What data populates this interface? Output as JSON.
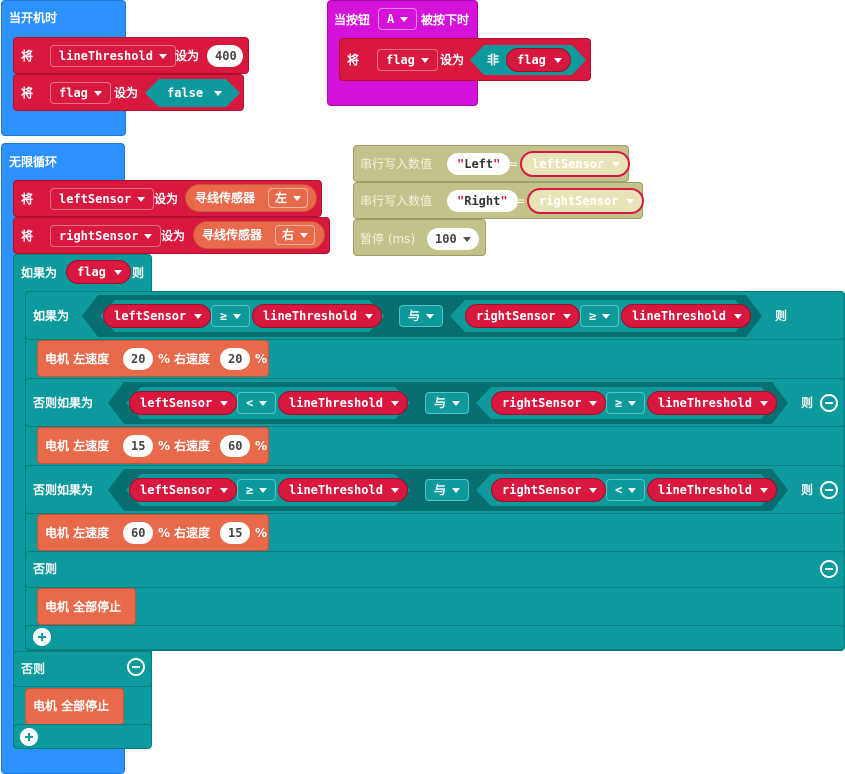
{
  "on_start": {
    "hat_label": "当开机时",
    "set1": {
      "keyword": "将",
      "var": "lineThreshold",
      "to": "设为",
      "value": "400"
    },
    "set2": {
      "keyword": "将",
      "var": "flag",
      "to": "设为",
      "value": "false"
    }
  },
  "on_button": {
    "hat_prefix": "当按钮",
    "button": "A",
    "hat_suffix": "被按下时",
    "set": {
      "keyword": "将",
      "var": "flag",
      "to": "设为",
      "not_label": "非",
      "operand": "flag"
    }
  },
  "serial": {
    "write1": {
      "label": "串行写入数值",
      "name": "Left",
      "eq": "=",
      "var": "leftSensor"
    },
    "write2": {
      "label": "串行写入数值",
      "name": "Right",
      "eq": "=",
      "var": "rightSensor"
    },
    "pause": {
      "label": "暂停 (ms)",
      "value": "100"
    }
  },
  "forever": {
    "hat_label": "无限循环",
    "set_left": {
      "keyword": "将",
      "var": "leftSensor",
      "to": "设为",
      "sensor": "寻线传感器",
      "side": "左"
    },
    "set_right": {
      "keyword": "将",
      "var": "rightSensor",
      "to": "设为",
      "sensor": "寻线传感器",
      "side": "右"
    },
    "outer_if": {
      "if_label": "如果为",
      "cond": "flag",
      "then": "则",
      "else_label": "否则"
    },
    "inner": {
      "if_label": "如果为",
      "elseif_label": "否则如果为",
      "else_label": "否则",
      "then": "则",
      "and": "与",
      "branches": [
        {
          "l": "leftSensor",
          "op1": "≥",
          "r": "lineThreshold",
          "l2": "rightSensor",
          "op2": "≥",
          "r2": "lineThreshold"
        },
        {
          "l": "leftSensor",
          "op1": "<",
          "r": "lineThreshold",
          "l2": "rightSensor",
          "op2": "≥",
          "r2": "lineThreshold"
        },
        {
          "l": "leftSensor",
          "op1": "≥",
          "r": "lineThreshold",
          "l2": "rightSensor",
          "op2": "<",
          "r2": "lineThreshold"
        }
      ],
      "motors": [
        {
          "label": "电机 左速度",
          "left": "20",
          "pct": "%",
          "right_label": "右速度",
          "right": "20",
          "pct2": "%"
        },
        {
          "label": "电机 左速度",
          "left": "15",
          "pct": "%",
          "right_label": "右速度",
          "right": "60",
          "pct2": "%"
        },
        {
          "label": "电机 左速度",
          "left": "60",
          "pct": "%",
          "right_label": "右速度",
          "right": "15",
          "pct2": "%"
        }
      ],
      "stop_label": "电机 全部停止"
    },
    "outer_stop_label": "电机 全部停止"
  },
  "colors": {
    "event_blue": "#2b92ff",
    "variable_red": "#d8183f",
    "input_magenta": "#d412d9",
    "logic_teal": "#0c9a9c",
    "motor_orange": "#e86a4b",
    "serial_olive": "#c2c28a"
  }
}
